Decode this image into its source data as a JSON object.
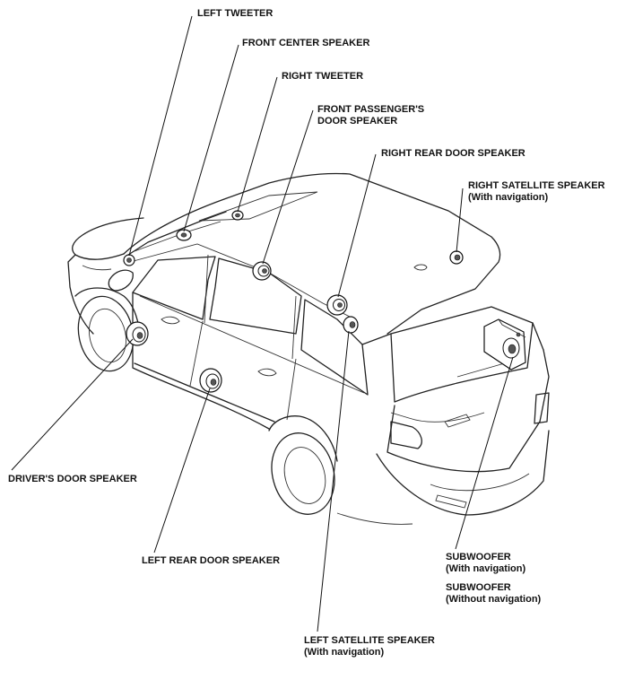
{
  "labels": {
    "left_tweeter": "LEFT TWEETER",
    "front_center_speaker": "FRONT CENTER SPEAKER",
    "right_tweeter": "RIGHT TWEETER",
    "front_passenger_door_speaker_1": "FRONT PASSENGER'S",
    "front_passenger_door_speaker_2": "DOOR SPEAKER",
    "right_rear_door_speaker": "RIGHT REAR DOOR SPEAKER",
    "right_satellite_speaker_1": "RIGHT SATELLITE SPEAKER",
    "right_satellite_speaker_2": "(With navigation)",
    "drivers_door_speaker": "DRIVER'S DOOR SPEAKER",
    "left_rear_door_speaker": "LEFT REAR DOOR SPEAKER",
    "subwoofer_nav_1": "SUBWOOFER",
    "subwoofer_nav_2": "(With navigation)",
    "subwoofer_nonav_1": "SUBWOOFER",
    "subwoofer_nonav_2": "(Without navigation)",
    "left_satellite_speaker_1": "LEFT SATELLITE SPEAKER",
    "left_satellite_speaker_2": "(With navigation)"
  }
}
